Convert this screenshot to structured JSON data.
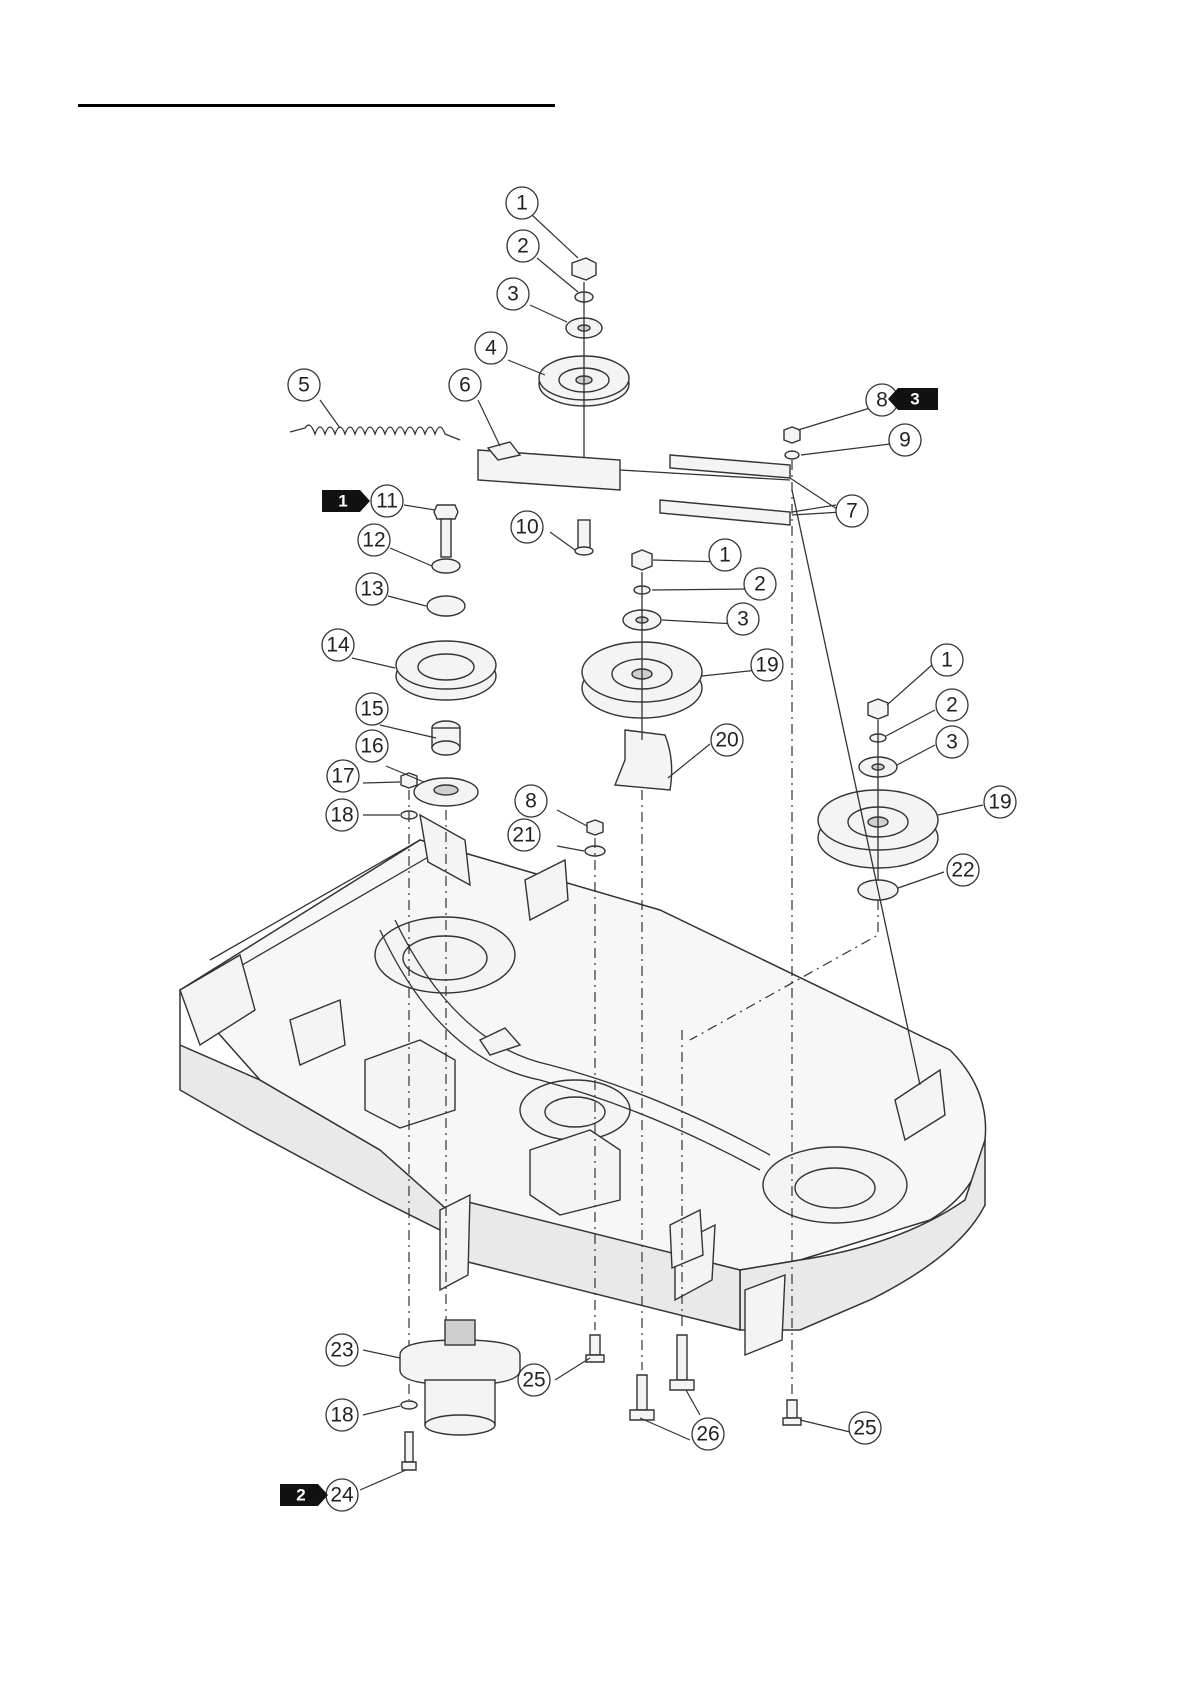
{
  "diagram": {
    "callouts": [
      {
        "id": "c1a",
        "label": "1"
      },
      {
        "id": "c2a",
        "label": "2"
      },
      {
        "id": "c3a",
        "label": "3"
      },
      {
        "id": "c4",
        "label": "4"
      },
      {
        "id": "c5",
        "label": "5"
      },
      {
        "id": "c6",
        "label": "6"
      },
      {
        "id": "c7a",
        "label": "7"
      },
      {
        "id": "c7b",
        "label": "7"
      },
      {
        "id": "c8a",
        "label": "8"
      },
      {
        "id": "c9",
        "label": "9"
      },
      {
        "id": "c10",
        "label": "10"
      },
      {
        "id": "c11",
        "label": "11"
      },
      {
        "id": "c12",
        "label": "12"
      },
      {
        "id": "c13",
        "label": "13"
      },
      {
        "id": "c14",
        "label": "14"
      },
      {
        "id": "c1b",
        "label": "1"
      },
      {
        "id": "c2b",
        "label": "2"
      },
      {
        "id": "c3b",
        "label": "3"
      },
      {
        "id": "c19a",
        "label": "19"
      },
      {
        "id": "c15",
        "label": "15"
      },
      {
        "id": "c16",
        "label": "16"
      },
      {
        "id": "c17",
        "label": "17"
      },
      {
        "id": "c18a",
        "label": "18"
      },
      {
        "id": "c8b",
        "label": "8"
      },
      {
        "id": "c21",
        "label": "21"
      },
      {
        "id": "c20",
        "label": "20"
      },
      {
        "id": "c1c",
        "label": "1"
      },
      {
        "id": "c2c",
        "label": "2"
      },
      {
        "id": "c3c",
        "label": "3"
      },
      {
        "id": "c19b",
        "label": "19"
      },
      {
        "id": "c22",
        "label": "22"
      },
      {
        "id": "c23",
        "label": "23"
      },
      {
        "id": "c25a",
        "label": "25"
      },
      {
        "id": "c18b",
        "label": "18"
      },
      {
        "id": "c26",
        "label": "26"
      },
      {
        "id": "c25b",
        "label": "25"
      },
      {
        "id": "c24",
        "label": "24"
      }
    ],
    "badges": [
      {
        "id": "b3",
        "label": "3"
      },
      {
        "id": "b1",
        "label": "1"
      },
      {
        "id": "b2",
        "label": "2"
      }
    ]
  }
}
